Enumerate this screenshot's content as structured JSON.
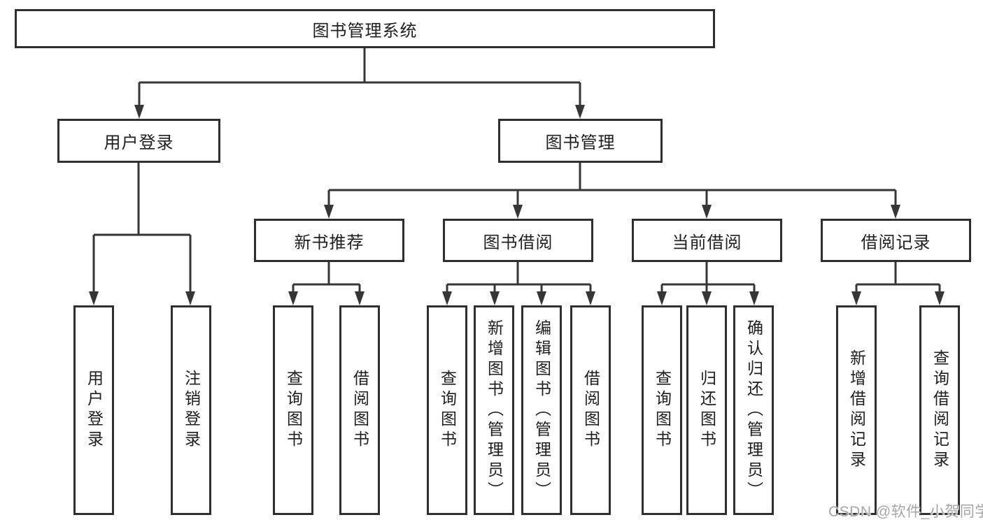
{
  "diagram": {
    "tree": {
      "label": "图书管理系统",
      "children": [
        {
          "label": "用户登录",
          "children": [
            {
              "label": "用户登录"
            },
            {
              "label": "注销登录"
            }
          ]
        },
        {
          "label": "图书管理",
          "children": [
            {
              "label": "新书推荐",
              "children": [
                {
                  "label": "查询图书"
                },
                {
                  "label": "借阅图书"
                }
              ]
            },
            {
              "label": "图书借阅",
              "children": [
                {
                  "label": "查询图书"
                },
                {
                  "label": "新增图书（管理员）"
                },
                {
                  "label": "编辑图书（管理员）"
                },
                {
                  "label": "借阅图书"
                }
              ]
            },
            {
              "label": "当前借阅",
              "children": [
                {
                  "label": "查询图书"
                },
                {
                  "label": "归还图书"
                },
                {
                  "label": "确认归还（管理员）"
                }
              ]
            },
            {
              "label": "借阅记录",
              "children": [
                {
                  "label": "新增借阅记录"
                },
                {
                  "label": "查询借阅记录"
                }
              ]
            }
          ]
        }
      ]
    },
    "watermark": "CSDN @软件_小贺同学",
    "colors": {
      "line": "#363636",
      "box_border": "#2f2f2f",
      "text": "#1e1e1e",
      "watermark": "#a6a6a6",
      "background": "#ffffff"
    }
  }
}
